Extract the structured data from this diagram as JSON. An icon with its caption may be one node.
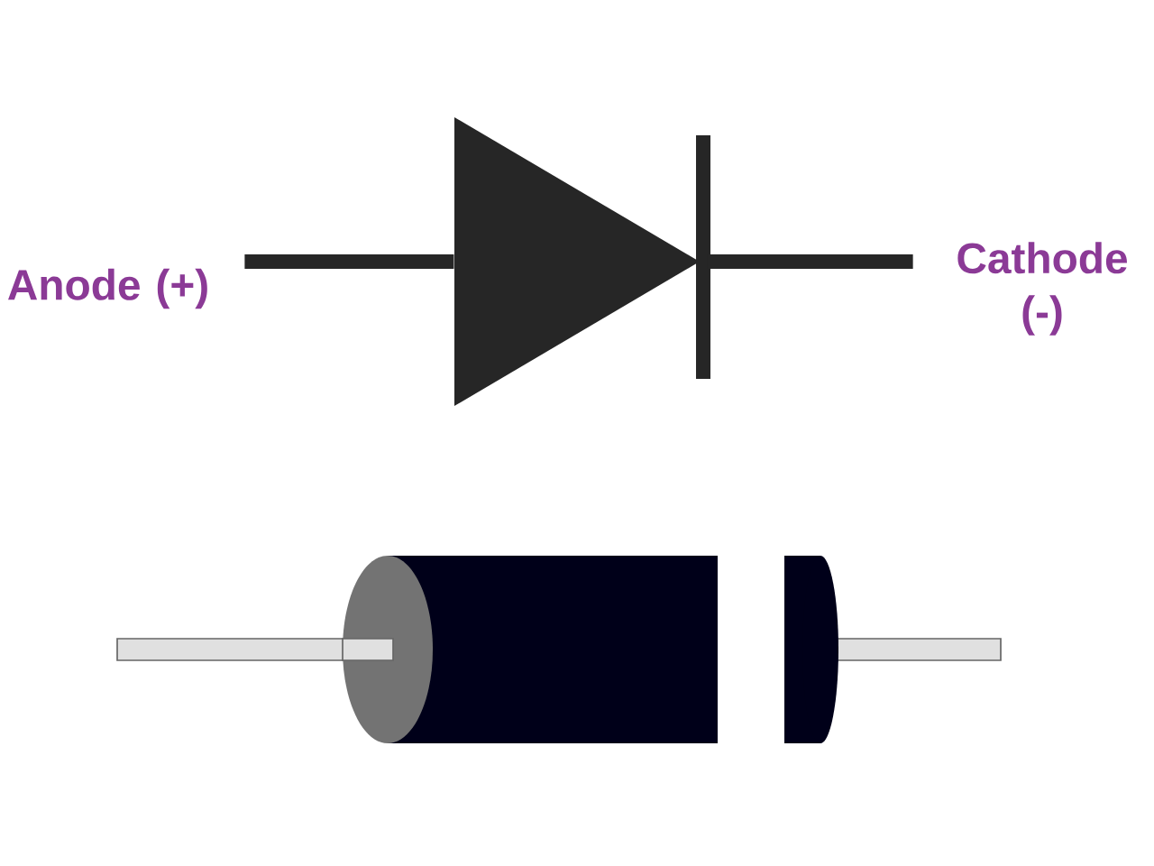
{
  "diagram": {
    "nodes": [
      {
        "text": [
          "Anode (+)"
        ]
      },
      {
        "text": [],
        "shape": "picture"
      },
      {
        "text": [
          "Cathode (-)"
        ]
      }
    ],
    "edges": [
      {
        "from": 0,
        "to": 1,
        "arrow": "none"
      },
      {
        "from": 1,
        "to": 2,
        "arrow": "none"
      }
    ]
  }
}
